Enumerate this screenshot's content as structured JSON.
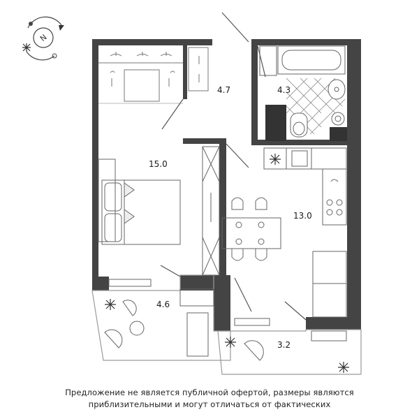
{
  "compass": {
    "label": "N"
  },
  "rooms": [
    {
      "id": "wardrobe",
      "area": "4.7"
    },
    {
      "id": "bathroom",
      "area": "4.3"
    },
    {
      "id": "bedroom",
      "area": "15.0"
    },
    {
      "id": "kitchen",
      "area": "13.0"
    },
    {
      "id": "balcony-left",
      "area": "4.6"
    },
    {
      "id": "balcony-right",
      "area": "3.2"
    }
  ],
  "disclaimer": {
    "line1": "Предложение не является публичной офертой, размеры являются",
    "line2": "приблизительными и могут отличаться от фактических"
  }
}
